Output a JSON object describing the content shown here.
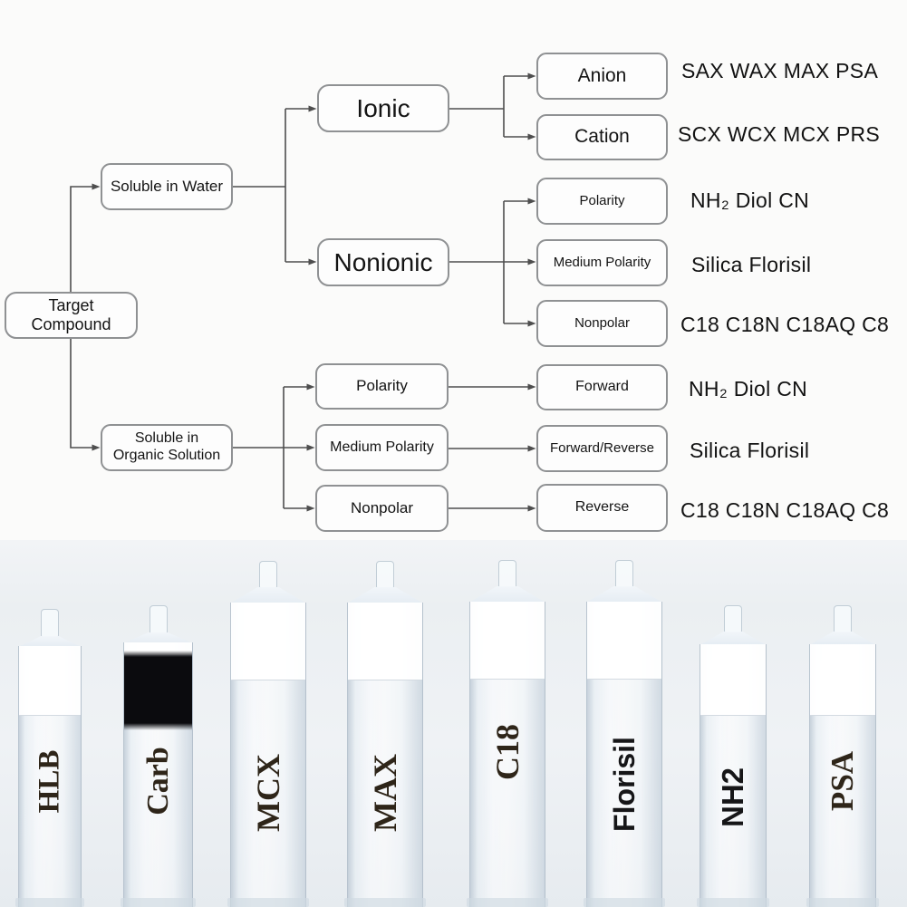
{
  "colors": {
    "box_border": "#8f9193",
    "connector": "#4e4e4e",
    "flow_text": "#141414",
    "cartridge_label_serif": "#2e2519",
    "cartridge_label_sans": "#161618",
    "carb_sorbent_band": "#0b0b0e"
  },
  "flowchart": {
    "nodes": {
      "target": "Target\nCompound",
      "soluble_water": "Soluble in Water",
      "soluble_organic": "Soluble in\nOrganic Solution",
      "ionic": "Ionic",
      "nonionic": "Nonionic",
      "anion": "Anion",
      "cation": "Cation",
      "polarity_water": "Polarity",
      "medium_polarity_water": "Medium Polarity",
      "nonpolar_water": "Nonpolar",
      "polarity_organic": "Polarity",
      "medium_polarity_organic": "Medium Polarity",
      "nonpolar_organic": "Nonpolar",
      "forward": "Forward",
      "forward_reverse": "Forward/Reverse",
      "reverse": "Reverse"
    },
    "phase_labels": {
      "anion": "SAX WAX MAX PSA",
      "cation": "SCX WCX MCX PRS",
      "polarity_water": "NH₂ Diol CN",
      "medium_polarity_water": "Silica Florisil",
      "nonpolar_water": "C18 C18N C18AQ C8",
      "forward": "NH₂ Diol CN",
      "forward_reverse": "Silica Florisil",
      "reverse": "C18 C18N C18AQ C8"
    }
  },
  "photo": {
    "cartridges": [
      {
        "label": "HLB"
      },
      {
        "label": "Carb"
      },
      {
        "label": "MCX"
      },
      {
        "label": "MAX"
      },
      {
        "label": "C18"
      },
      {
        "label": "Florisil"
      },
      {
        "label": "NH2"
      },
      {
        "label": "PSA"
      }
    ]
  }
}
